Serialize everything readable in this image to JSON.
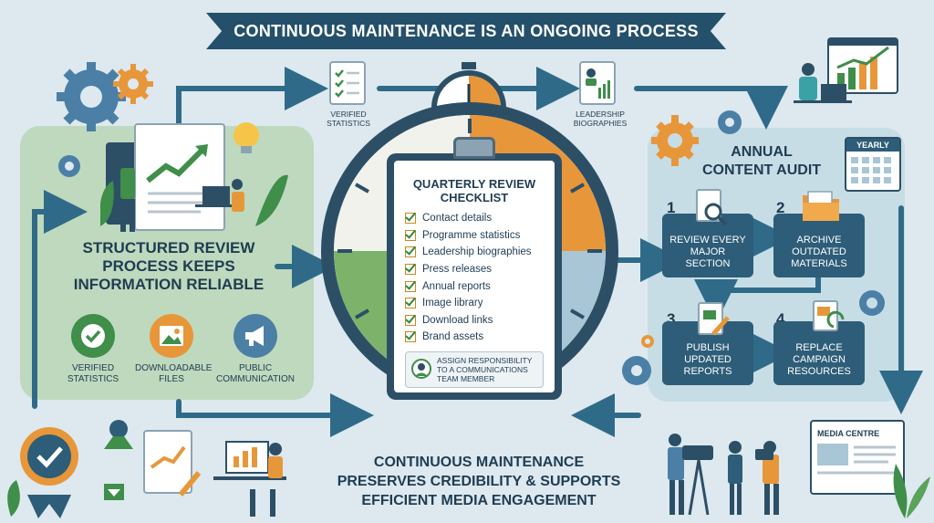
{
  "banner": {
    "title": "CONTINUOUS MAINTENANCE IS AN ONGOING PROCESS"
  },
  "left_panel": {
    "title_line1": "STRUCTURED REVIEW",
    "title_line2": "PROCESS KEEPS",
    "title_line3": "INFORMATION RELIABLE",
    "icons": [
      {
        "label_line1": "VERIFIED",
        "label_line2": "STATISTICS",
        "icon": "checkmark-icon",
        "color": "#3f8e4a"
      },
      {
        "label_line1": "DOWNLOADABLE",
        "label_line2": "FILES",
        "icon": "image-icon",
        "color": "#e7973a"
      },
      {
        "label_line1": "PUBLIC",
        "label_line2": "COMMUNICATION",
        "icon": "megaphone-icon",
        "color": "#4c7fa6"
      }
    ]
  },
  "top_flow": {
    "verified_line1": "VERIFIED",
    "verified_line2": "STATISTICS",
    "leadership_line1": "LEADERSHIP",
    "leadership_line2": "BIOGRAPHIES"
  },
  "checklist": {
    "title_line1": "QUARTERLY REVIEW",
    "title_line2": "CHECKLIST",
    "items": [
      "Contact details",
      "Programme statistics",
      "Leadership biographies",
      "Press releases",
      "Annual reports",
      "Image library",
      "Download links",
      "Brand assets"
    ],
    "assign_line1": "ASSIGN RESPONSIBILITY",
    "assign_line2": "TO A COMMUNICATIONS",
    "assign_line3": "TEAM MEMBER"
  },
  "annual": {
    "title_line1": "ANNUAL",
    "title_line2": "CONTENT AUDIT",
    "calendar_label": "YEARLY",
    "steps": [
      {
        "num": "1",
        "line1": "REVIEW EVERY",
        "line2": "MAJOR",
        "line3": "SECTION"
      },
      {
        "num": "2",
        "line1": "ARCHIVE",
        "line2": "OUTDATED",
        "line3": "MATERIALS"
      },
      {
        "num": "3",
        "line1": "PUBLISH",
        "line2": "UPDATED",
        "line3": "REPORTS"
      },
      {
        "num": "4",
        "line1": "REPLACE",
        "line2": "CAMPAIGN",
        "line3": "RESOURCES"
      }
    ]
  },
  "bottom": {
    "line1": "CONTINUOUS MAINTENANCE",
    "line2": "PRESERVES CREDIBILITY & SUPPORTS",
    "line3": "EFFICIENT MEDIA ENGAGEMENT",
    "media_centre": "MEDIA CENTRE"
  },
  "colors": {
    "navy": "#25506b",
    "green": "#3f8e4a",
    "orange": "#e7973a",
    "blue": "#4c7fa6",
    "panel_green": "#b9d6b4",
    "panel_blue": "#c7dde6"
  }
}
